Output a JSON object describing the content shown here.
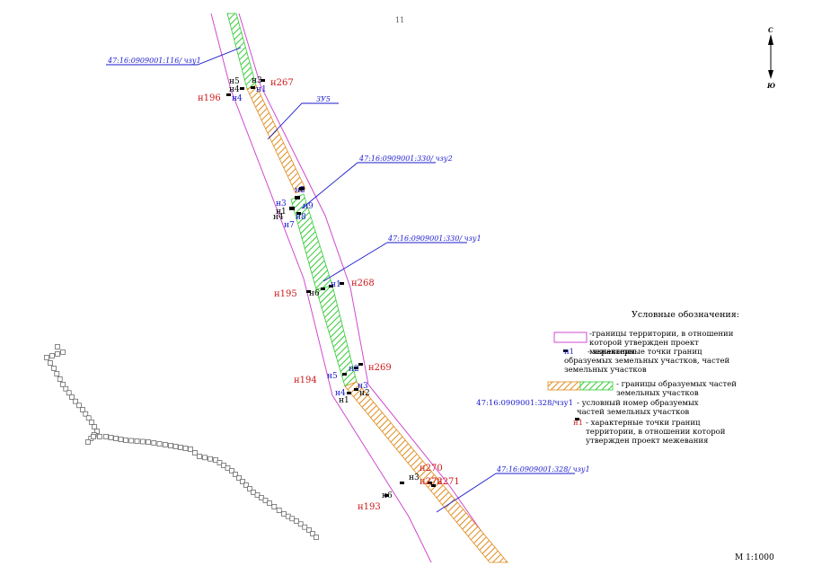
{
  "page_number": "11",
  "north": "С",
  "south": "Ю",
  "scale": "М 1:1000",
  "callouts": {
    "c116": "47:16:0909001:116/ чзу1",
    "zus": "ЗУ5",
    "c330_2": "47:16:0909001:330/ чзу2",
    "c330_1": "47:16:0909001:330/ чзу1",
    "c328_1": "47:16:0909001:328/ чзу1"
  },
  "points": {
    "n267": "н267",
    "n196": "н196",
    "n268": "н268",
    "n195": "н195",
    "n269": "н269",
    "n194": "н194",
    "n270": "н270",
    "n272": "н272",
    "n271": "н271",
    "n193": "н193",
    "a_n5": "н5",
    "a_n3": "н3",
    "a_n4": "н4",
    "a_n1": "н1",
    "a_n4b": "н4",
    "b_n2": "н2",
    "b_n3": "н3",
    "b_n9": "н9",
    "b_n1": "н1",
    "b_n4": "н4",
    "b_n8": "н8",
    "b_n7": "н7",
    "c_n1": "н1",
    "c_n6": "н6",
    "d_n5": "н5",
    "d_n2": "н2",
    "d_n3": "н3",
    "d_n4": "н4",
    "d_n2b": "н2",
    "d_n1": "н1",
    "e_n3": "н3",
    "e_n6": "н6"
  },
  "legend": {
    "title": "Условные обозначения:",
    "items": [
      {
        "text": "-границы территории, в отношении которой утвержден проект межевания"
      },
      {
        "sample": "н1",
        "text": "- характерные точки границ образуемых земельных участков, частей земельных участков"
      },
      {
        "text": "- границы образуемых частей земельных участков"
      },
      {
        "sample": "47:16:0909001:328/чзу1",
        "text": "- условный номер образуемых частей земельных участков"
      },
      {
        "sample": "н1",
        "text": "- характерные точки границ территории, в отношении которой утвержден проект межевания"
      }
    ]
  },
  "colors": {
    "boundary": "#d04ad0",
    "green": "#33cc33",
    "orange": "#e08a1a",
    "callout": "#1a1acc",
    "red": "#cc1a1a",
    "black": "#000000"
  }
}
